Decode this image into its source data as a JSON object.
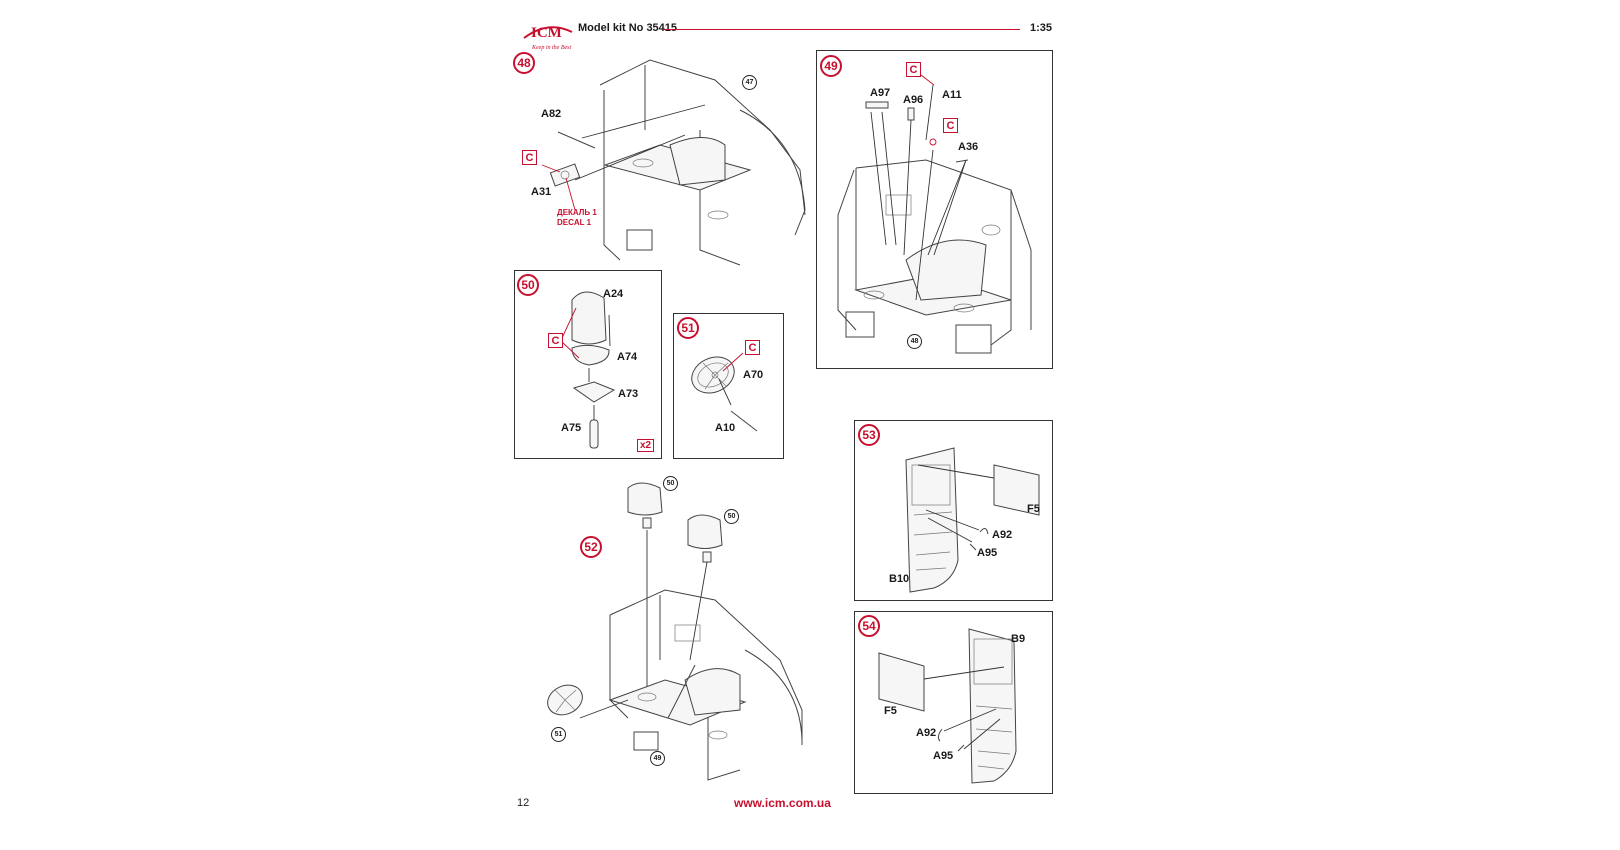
{
  "header": {
    "logo_text": "ICM",
    "logo_tagline": "Keep in the Best",
    "kit_label": "Model kit No 35415",
    "scale": "1:35"
  },
  "steps": {
    "s48": {
      "number": "48",
      "ref": "47",
      "labels": [
        "A82",
        "A31"
      ],
      "decal": [
        "ДЕКАЛЬ 1",
        "DECAL 1"
      ],
      "color_code": "C"
    },
    "s49": {
      "number": "49",
      "ref": "48",
      "labels": [
        "A97",
        "A96",
        "A11",
        "A36"
      ],
      "color_code": "C"
    },
    "s50": {
      "number": "50",
      "labels": [
        "A24",
        "A74",
        "A73",
        "A75"
      ],
      "color_code": "C",
      "multiplier": "x2"
    },
    "s51": {
      "number": "51",
      "labels": [
        "A70",
        "A10"
      ],
      "color_code": "C"
    },
    "s52": {
      "number": "52",
      "refs": [
        "50",
        "50",
        "51",
        "49"
      ]
    },
    "s53": {
      "number": "53",
      "labels": [
        "F5",
        "A92",
        "A95",
        "B10"
      ]
    },
    "s54": {
      "number": "54",
      "labels": [
        "B9",
        "F5",
        "A92",
        "A95"
      ]
    }
  },
  "footer": {
    "page_number": "12",
    "website": "www.icm.com.ua"
  },
  "colors": {
    "accent": "#c8102e",
    "line": "#444444"
  }
}
